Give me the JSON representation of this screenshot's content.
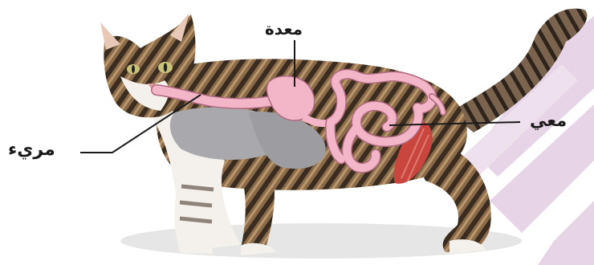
{
  "labels": {
    "stomach": "معدة",
    "intestine": "معي",
    "esophagus": "مريء"
  },
  "colors": {
    "organ_pink": "#f3b6c8",
    "organ_outline": "#b06a80",
    "muscle_red": "#c8463e",
    "liver_gray": "#a9a9ad",
    "fur_brown": "#7a5a3a",
    "fur_dark": "#3b2c20",
    "fur_white": "#f4f1ec",
    "stripe_lilac": "#e3cde2",
    "leader_line": "#1a1a1a"
  },
  "icons": {
    "subject": "cat-illustration"
  }
}
